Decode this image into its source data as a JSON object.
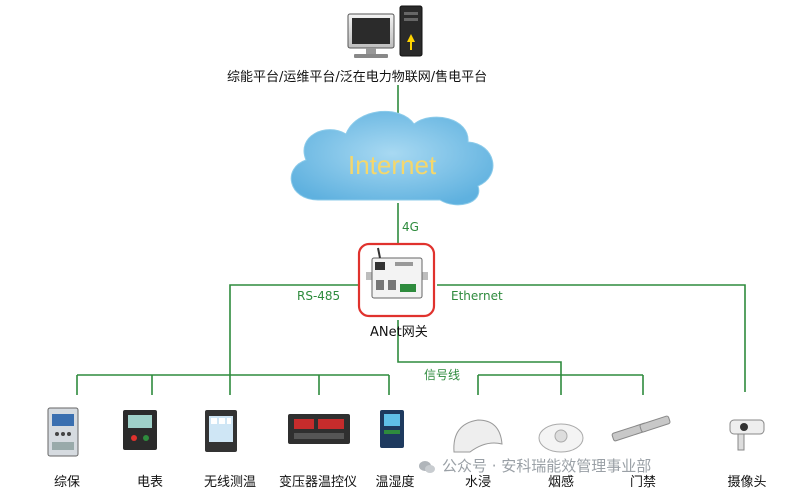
{
  "platform": {
    "label": "综能平台/运维平台/泛在电力物联网/售电平台"
  },
  "cloud": {
    "label": "Internet"
  },
  "links": {
    "uplink": "4G",
    "left_bus": "RS-485",
    "right_bus": "Ethernet",
    "middle_bus": "信号线"
  },
  "gateway": {
    "label": "ANet网关"
  },
  "devices": [
    {
      "label": "综保",
      "icon": "relay-protection-icon"
    },
    {
      "label": "电表",
      "icon": "power-meter-icon"
    },
    {
      "label": "无线测温",
      "icon": "wireless-temp-icon"
    },
    {
      "label": "变压器温控仪",
      "icon": "transformer-temp-controller-icon"
    },
    {
      "label": "温湿度",
      "icon": "temp-humidity-icon"
    },
    {
      "label": "水浸",
      "icon": "water-sensor-icon"
    },
    {
      "label": "烟感",
      "icon": "smoke-detector-icon"
    },
    {
      "label": "门禁",
      "icon": "door-contact-icon"
    },
    {
      "label": "摄像头",
      "icon": "camera-icon"
    }
  ],
  "watermark": {
    "text": "公众号 · 安科瑞能效管理事业部"
  },
  "colors": {
    "line": "#2e8b3d",
    "highlight": "#e0322d",
    "cloud_fill": "#7ec3e8",
    "cloud_text": "#f5d76b"
  }
}
